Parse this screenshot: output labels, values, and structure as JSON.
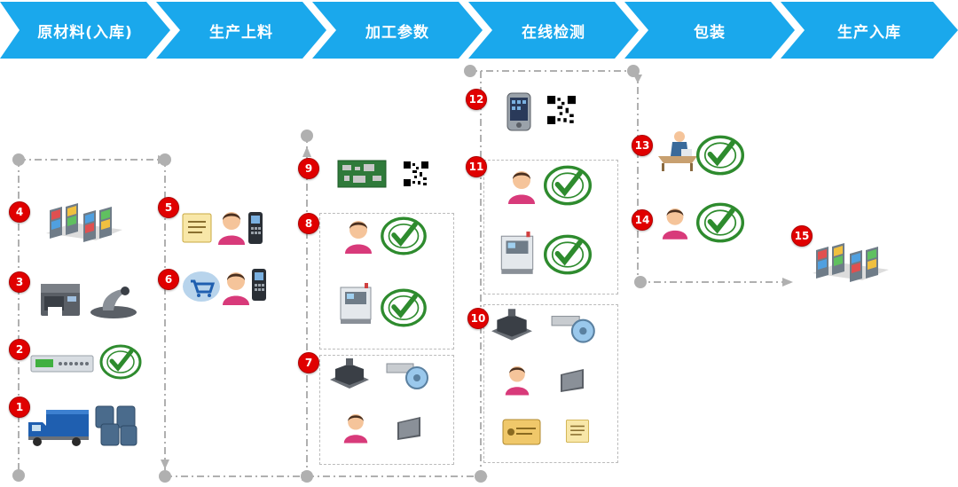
{
  "stages": [
    {
      "label": "原材料(入库)"
    },
    {
      "label": "生产上料"
    },
    {
      "label": "加工参数"
    },
    {
      "label": "在线检测"
    },
    {
      "label": "包装"
    },
    {
      "label": "生产入库"
    }
  ],
  "steps": {
    "s1": "1",
    "s2": "2",
    "s3": "3",
    "s4": "4",
    "s5": "5",
    "s6": "6",
    "s7": "7",
    "s8": "8",
    "s9": "9",
    "s10": "10",
    "s11": "11",
    "s12": "12",
    "s13": "13",
    "s14": "14",
    "s15": "15"
  },
  "colors": {
    "chevron": "#1aa8ec",
    "badge": "#e00000",
    "connector": "#b0b0b0",
    "approved": "#2e8b2e"
  },
  "icons": {
    "warehouse": "warehouse-shelves-icon",
    "printer": "label-printer-icon",
    "scanner": "barcode-scanner-icon",
    "meter": "test-meter-icon",
    "approved": "approved-stamp-icon",
    "truck": "truck-icon",
    "barrels": "barrels-icon",
    "document": "document-icon",
    "operator": "operator-icon",
    "handheld": "handheld-terminal-icon",
    "cart": "shopping-cart-icon",
    "machine": "production-machine-icon",
    "board": "circuit-board-icon",
    "qrcode": "qr-code-icon",
    "phone": "smartphone-icon",
    "tool": "fixture-tool-icon",
    "chip": "chip-icon",
    "card": "id-card-icon",
    "worker": "packing-worker-icon"
  }
}
